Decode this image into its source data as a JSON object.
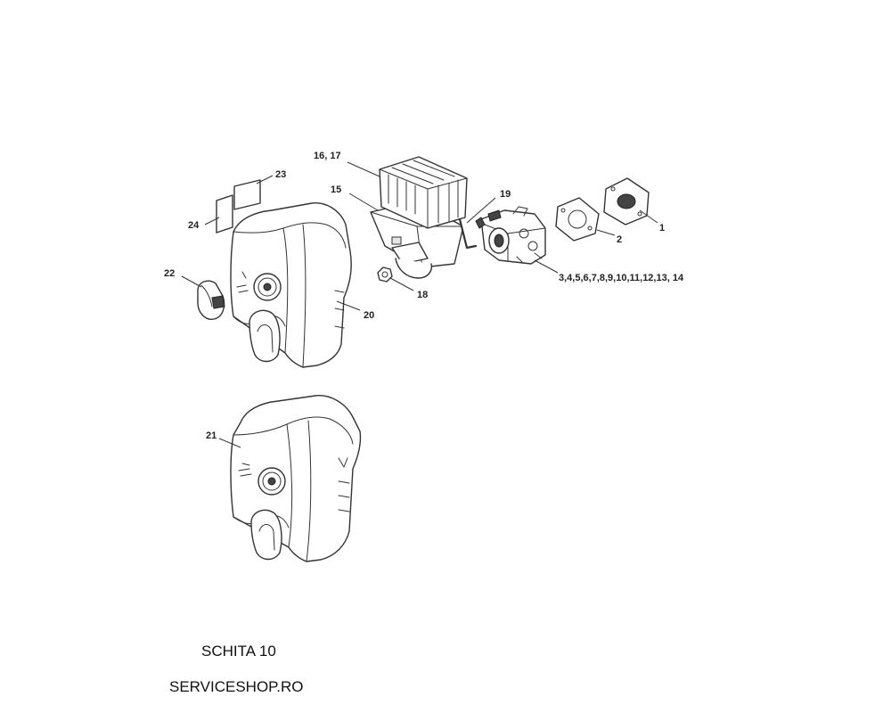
{
  "callouts": {
    "c1": "1",
    "c2": "2",
    "c3_14": "3,4,5,6,7,8,9,10,11,12,13, 14",
    "c15": "15",
    "c16_17": "16, 17",
    "c18": "18",
    "c19": "19",
    "c20": "20",
    "c21": "21",
    "c22": "22",
    "c23": "23",
    "c24": "24"
  },
  "captions": {
    "sheet": "SCHITA 10",
    "shop": "SERVICESHOP.RO"
  },
  "colors": {
    "line": "#333333",
    "background": "#ffffff",
    "shade": "#e6e6e6"
  }
}
